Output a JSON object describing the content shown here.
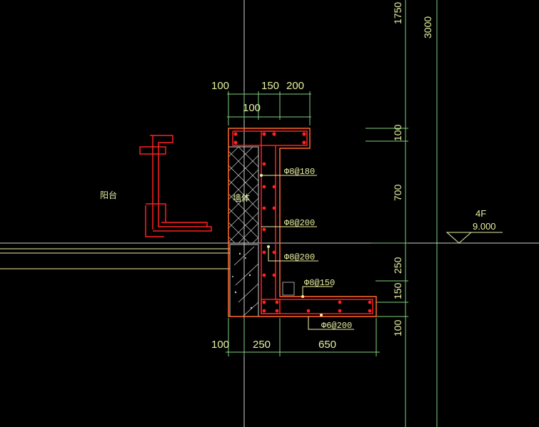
{
  "drawing": {
    "top_dims": [
      "100",
      "150",
      "200"
    ],
    "second_dim": "100",
    "bottom_dims": [
      "100",
      "250",
      "650"
    ],
    "right_dims": [
      "100",
      "700",
      "250",
      "150",
      "100"
    ],
    "edge_dim_top": "1750",
    "edge_dim_3000": "3000",
    "rebar_labels": [
      "Φ8@180",
      "Φ8@200",
      "Φ8@200",
      "Φ8@150",
      "Φ6@200"
    ],
    "level_tag": "4F",
    "level_value": "9.000",
    "side_label": "阳台",
    "wall_label": "墙体"
  },
  "colors": {
    "background": "#000000",
    "dimension_text": "#e6f0a0",
    "section_outline": "#ff2020",
    "grid_line": "#7fd17f",
    "ref_line": "#f0f0a0"
  }
}
